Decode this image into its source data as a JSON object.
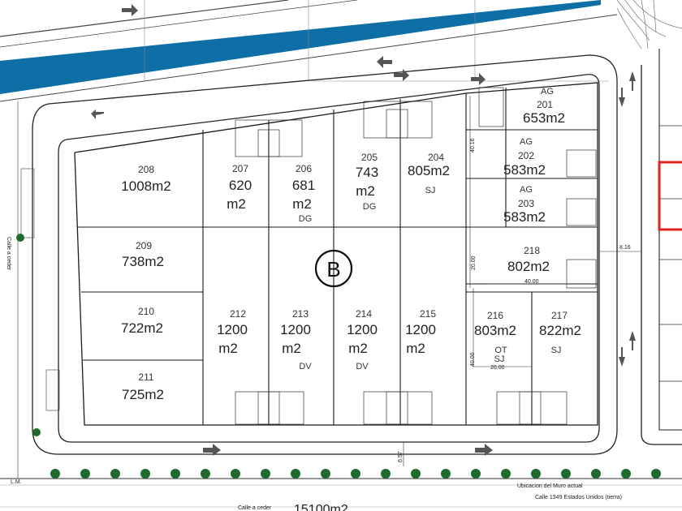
{
  "block_label": "B",
  "lots": [
    {
      "id": "lot-201",
      "num": "201",
      "area": [
        "653m2"
      ],
      "tag": "AG"
    },
    {
      "id": "lot-202",
      "num": "202",
      "area": [
        "583m2"
      ],
      "tag": "AG"
    },
    {
      "id": "lot-203",
      "num": "203",
      "area": [
        "583m2"
      ],
      "tag": "AG"
    },
    {
      "id": "lot-204",
      "num": "204",
      "area": [
        "805m2"
      ],
      "tag": "SJ"
    },
    {
      "id": "lot-205",
      "num": "205",
      "area": [
        "743",
        "m2"
      ],
      "tag": "DG"
    },
    {
      "id": "lot-206",
      "num": "206",
      "area": [
        "681",
        "m2"
      ],
      "tag": "DG"
    },
    {
      "id": "lot-207",
      "num": "207",
      "area": [
        "620",
        "m2"
      ],
      "tag": ""
    },
    {
      "id": "lot-208",
      "num": "208",
      "area": [
        "1008m2"
      ],
      "tag": ""
    },
    {
      "id": "lot-209",
      "num": "209",
      "area": [
        "738m2"
      ],
      "tag": ""
    },
    {
      "id": "lot-210",
      "num": "210",
      "area": [
        "722m2"
      ],
      "tag": ""
    },
    {
      "id": "lot-211",
      "num": "211",
      "area": [
        "725m2"
      ],
      "tag": ""
    },
    {
      "id": "lot-212",
      "num": "212",
      "area": [
        "1200",
        "m2"
      ],
      "tag": ""
    },
    {
      "id": "lot-213",
      "num": "213",
      "area": [
        "1200",
        "m2"
      ],
      "tag": "DV"
    },
    {
      "id": "lot-214",
      "num": "214",
      "area": [
        "1200",
        "m2"
      ],
      "tag": "DV"
    },
    {
      "id": "lot-215",
      "num": "215",
      "area": [
        "1200",
        "m2"
      ],
      "tag": ""
    },
    {
      "id": "lot-216",
      "num": "216",
      "area": [
        "803m2"
      ],
      "tag": "OT"
    },
    {
      "id": "lot-217",
      "num": "217",
      "area": [
        "822m2"
      ],
      "tag": "SJ"
    },
    {
      "id": "lot-218",
      "num": "218",
      "area": [
        "802m2"
      ],
      "tag": ""
    }
  ],
  "lot_216_extra_tag": "SJ",
  "dimensions": {
    "d_40_16": "40.16",
    "d_20_00_a": "20.00",
    "d_40_00_a": "40.00",
    "d_40_00_b": "40.00",
    "d_20_00_b": "20.00",
    "d_8_16": "8.16",
    "d_6_57": "6.57"
  },
  "labels": {
    "left_street": "Calle a ceder",
    "lm": "L.M.",
    "wall_note": "Ubicacion del Muro actual",
    "bottom_street": "Calle 1349  Estados Unidos (tierra)",
    "bottom_street_left": "Calle a ceder",
    "bottom_area": "15100m2"
  },
  "colors": {
    "canal": "#0d6fa6",
    "highlight": "#e0231f",
    "tree": "#1e6b2c",
    "line": "#1a1a1a"
  }
}
